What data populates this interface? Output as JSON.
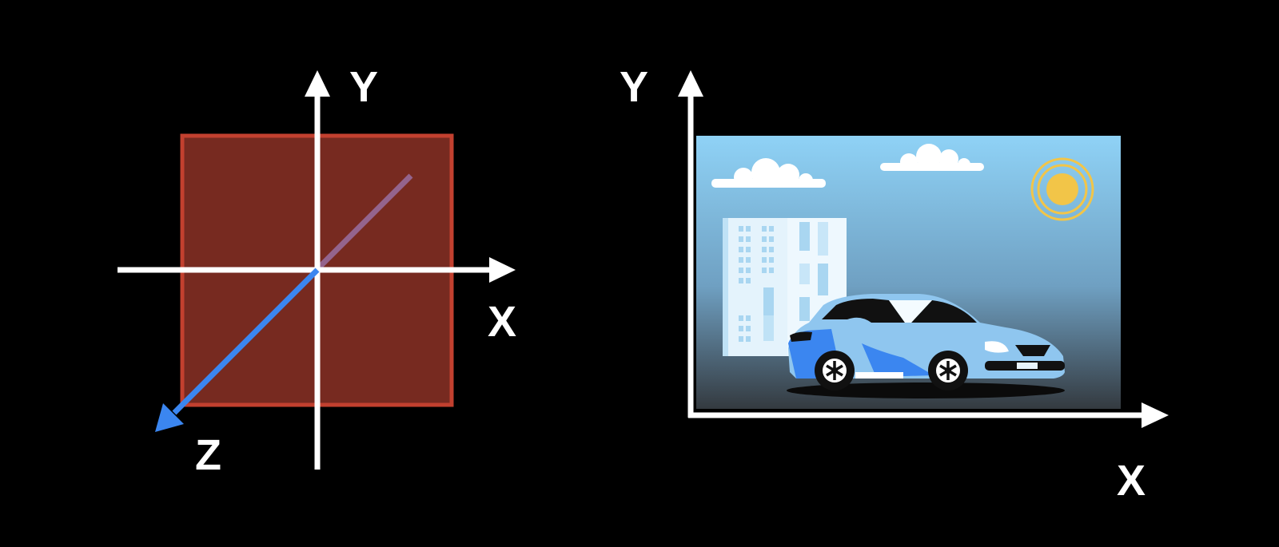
{
  "left_diagram": {
    "y_label": "Y",
    "x_label": "X",
    "z_label": "Z"
  },
  "right_diagram": {
    "y_label": "Y",
    "x_label": "X",
    "scene_elements": [
      "cloud-icon",
      "cloud-icon",
      "sun-icon",
      "building-icon",
      "car-icon"
    ]
  },
  "colors": {
    "background": "#000000",
    "axis": "#ffffff",
    "z_axis": "#3b86f0",
    "plane_fill": "#772a20",
    "plane_border": "#c2402f",
    "sky_top": "#8fd2f6",
    "sky_bottom": "#3a3f44",
    "sun": "#f2c548",
    "car_body": "#8fc6ef"
  }
}
